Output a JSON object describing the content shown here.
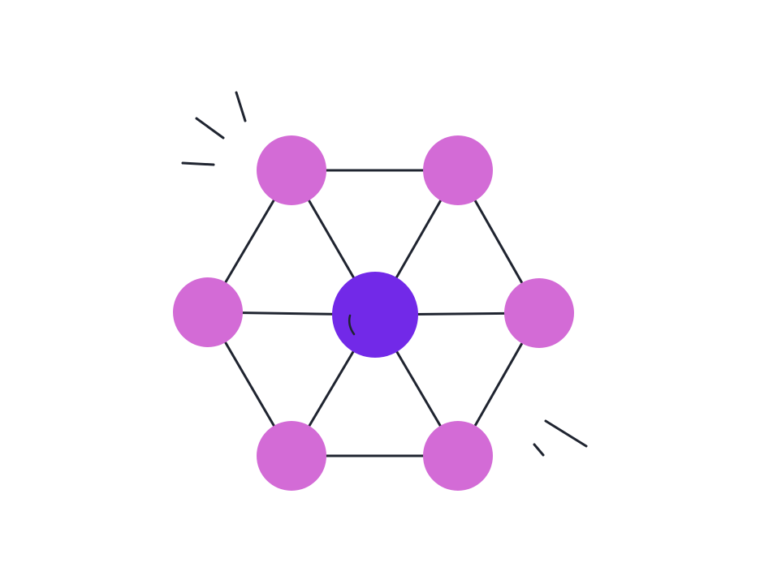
{
  "colors": {
    "background": "#ffffff",
    "line": "#1f2430",
    "outer_node": "#d36bd6",
    "center_node": "#7229e8"
  },
  "network": {
    "center_node": {
      "name": "center-node",
      "fill_key": "center_node"
    },
    "outer_nodes": [
      {
        "name": "node-top-left"
      },
      {
        "name": "node-top-right"
      },
      {
        "name": "node-right"
      },
      {
        "name": "node-bottom-right"
      },
      {
        "name": "node-bottom-left"
      },
      {
        "name": "node-left"
      }
    ]
  },
  "decorations": {
    "sparkle_top_left": "sparkle-accent",
    "sparkle_bottom_right": "sparkle-accent"
  }
}
